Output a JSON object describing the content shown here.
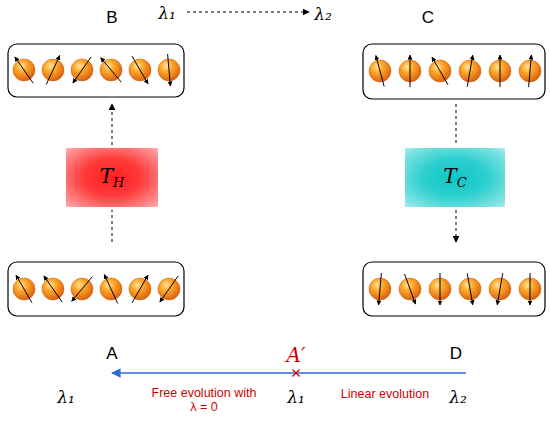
{
  "diagram": {
    "nodes": [
      {
        "text": [
          "TH"
        ]
      },
      {
        "text": [
          "TC"
        ]
      }
    ],
    "labels": [
      "B",
      "λ₁",
      "λ₂",
      "C",
      "A",
      "A′",
      "D",
      "λ₁",
      "Free evolution with λ = 0",
      "λ₁",
      "Linear evolution",
      "λ₂"
    ]
  }
}
